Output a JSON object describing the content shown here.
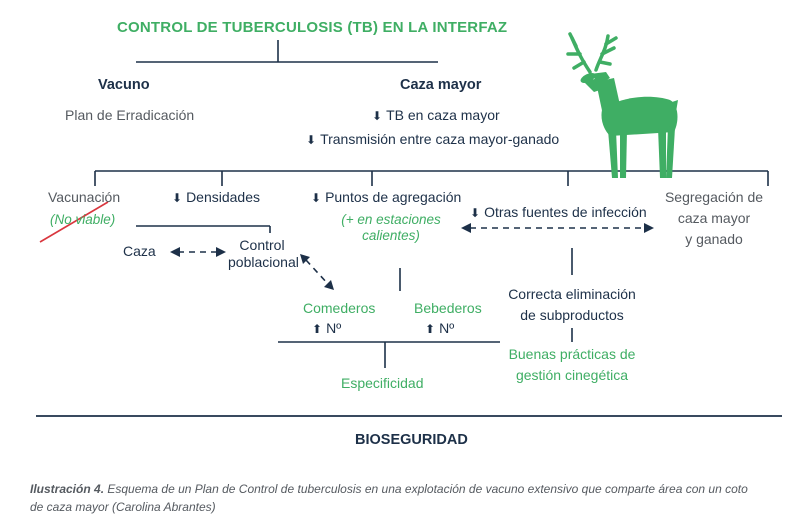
{
  "title": "CONTROL DE TUBERCULOSIS  (TB)  EN LA INTERFAZ",
  "vacuno": {
    "label": "Vacuno",
    "sub": "Plan de Erradicación"
  },
  "caza_mayor": {
    "label": "Caza mayor",
    "item1": "TB en caza mayor",
    "item2": "Transmisión entre caza mayor-ganado"
  },
  "vacunacion": {
    "label": "Vacunación",
    "note": "(No viable)"
  },
  "densidades": {
    "label": "Densidades",
    "caza": "Caza",
    "control_line1": "Control",
    "control_line2": "poblacional"
  },
  "puntos": {
    "label": "Puntos de agregación",
    "note_line1": "(+ en estaciones",
    "note_line2": "calientes)",
    "comederos": "Comederos",
    "bebederos": "Bebederos",
    "n_symbol": "Nº",
    "especificidad": "Especificidad"
  },
  "otras": {
    "label": "Otras fuentes de infección",
    "correcta_line1": "Correcta eliminación",
    "correcta_line2": "de subproductos",
    "buenas_line1": "Buenas prácticas de",
    "buenas_line2": "gestión cinegética"
  },
  "segregacion": {
    "line1": "Segregación de",
    "line2": "caza mayor",
    "line3": "y ganado"
  },
  "bioseguridad": "BIOSEGURIDAD",
  "caption": {
    "prefix": "Ilustración 4.",
    "text": " Esquema de un Plan de Control de tuberculosis en una explotación de vacuno extensivo que comparte área con un coto de caza mayor (Carolina Abrantes)"
  },
  "icons": {
    "down": "down-arrow-icon",
    "up": "up-arrow-icon",
    "deer": "deer-icon"
  },
  "colors": {
    "navy": "#1d3048",
    "green": "#3fae64",
    "gray": "#555a60"
  }
}
